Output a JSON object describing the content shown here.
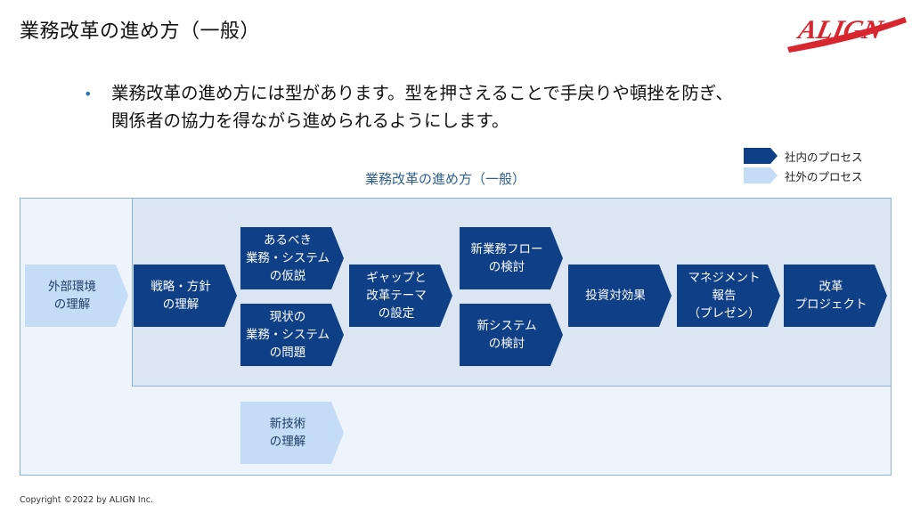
{
  "header": {
    "title": "業務改革の進め方（一般）",
    "logo_text": "ALIGN"
  },
  "bullet": {
    "line1": "業務改革の進め方には型があります。型を押さえることで手戻りや頓挫を防ぎ、",
    "line2": "関係者の協力を得ながら進められるようにします。"
  },
  "legend": {
    "internal": "社内のプロセス",
    "external": "社外のプロセス"
  },
  "diagram": {
    "title": "業務改革の進め方（一般）",
    "steps": {
      "external_env": "外部環境\nの理解",
      "strategy": "戦略・方針\nの理解",
      "hypothesis": "あるべき\n業務・システム\nの仮説",
      "current_issues": "現状の\n業務・システム\nの問題",
      "gap": "ギャップと\n改革テーマ\nの設定",
      "new_flow": "新業務フロー\nの検討",
      "new_system": "新システム\nの検討",
      "roi": "投資対効果",
      "mgmt_report": "マネジメント\n報告\n（プレゼン）",
      "reform_project": "改革\nプロジェクト",
      "new_tech": "新技術\nの理解"
    }
  },
  "colors": {
    "internal": "#0f3f86",
    "external": "#c5dcf6",
    "accent": "#d8262f"
  },
  "footer": {
    "copyright": "Copyright ©2022 by ALIGN Inc."
  }
}
